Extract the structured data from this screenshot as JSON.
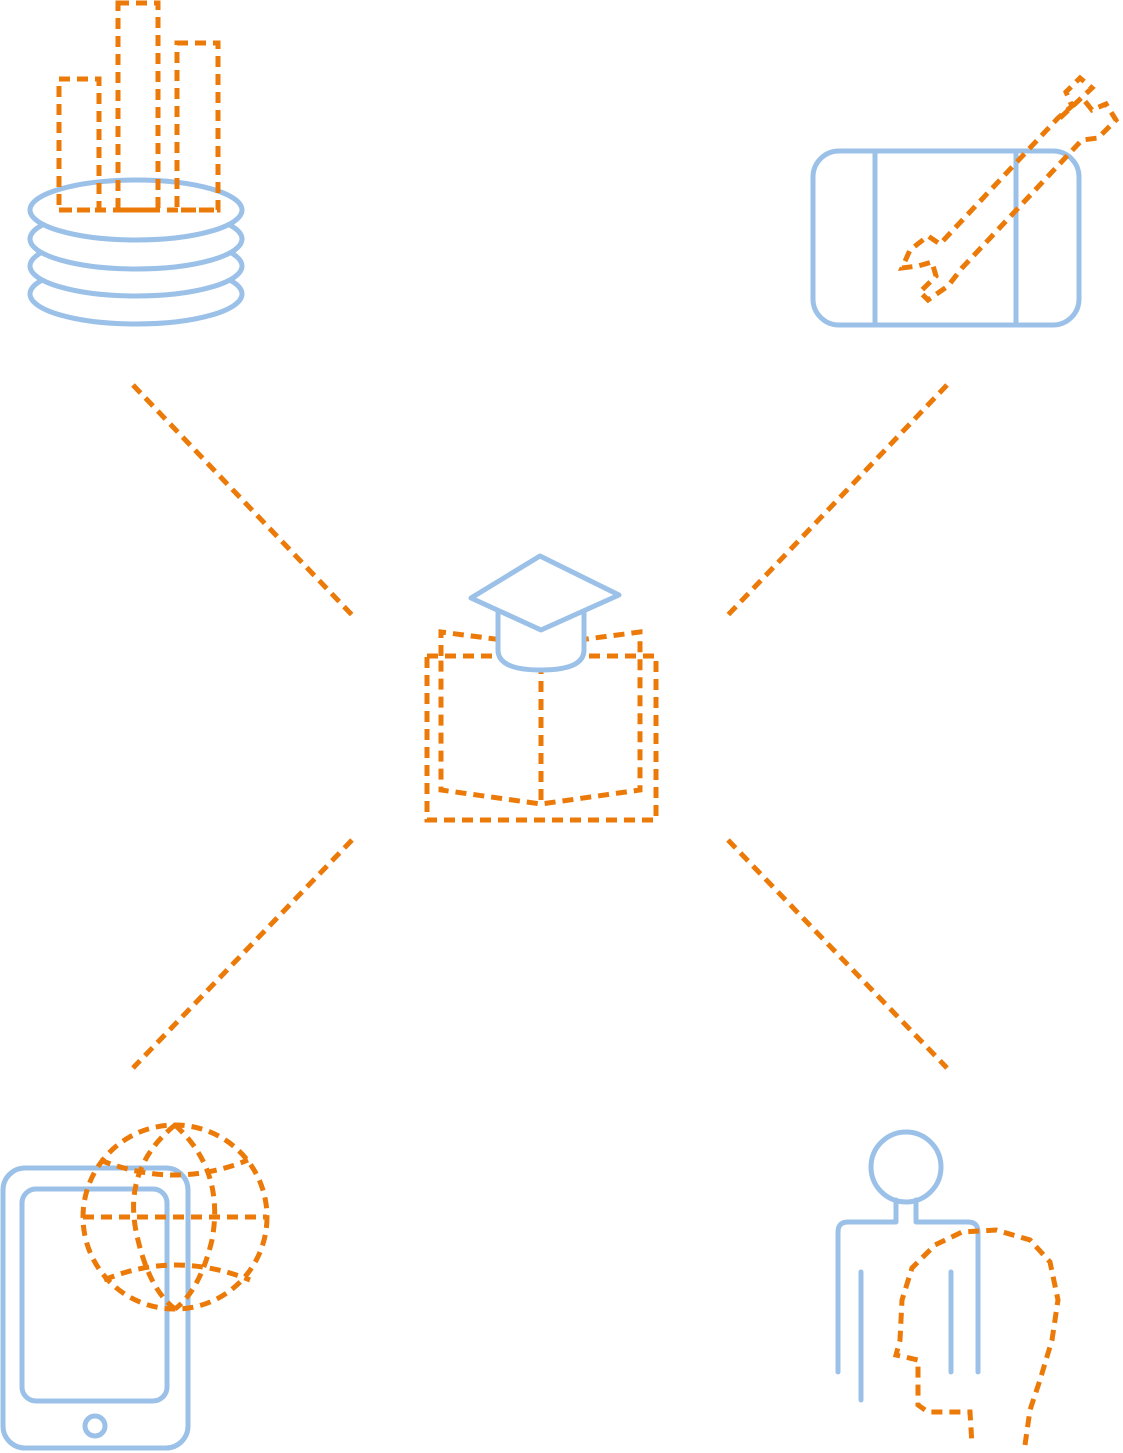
{
  "colors": {
    "accent_orange": "#ec7a08",
    "line_blue": "#9bc1e8",
    "background": "#ffffff"
  },
  "diagram": {
    "center_node": {
      "icon": "graduation-cap-book-icon"
    },
    "corner_nodes": [
      {
        "position": "top-left",
        "icon": "database-bar-chart-icon"
      },
      {
        "position": "top-right",
        "icon": "server-wrench-icon"
      },
      {
        "position": "bottom-left",
        "icon": "tablet-globe-icon"
      },
      {
        "position": "bottom-right",
        "icon": "person-hand-icon"
      }
    ],
    "connectors": [
      {
        "from": "center",
        "to": "top-left",
        "style": "dashed"
      },
      {
        "from": "center",
        "to": "top-right",
        "style": "dashed"
      },
      {
        "from": "center",
        "to": "bottom-left",
        "style": "dashed"
      },
      {
        "from": "center",
        "to": "bottom-right",
        "style": "dashed"
      }
    ]
  }
}
